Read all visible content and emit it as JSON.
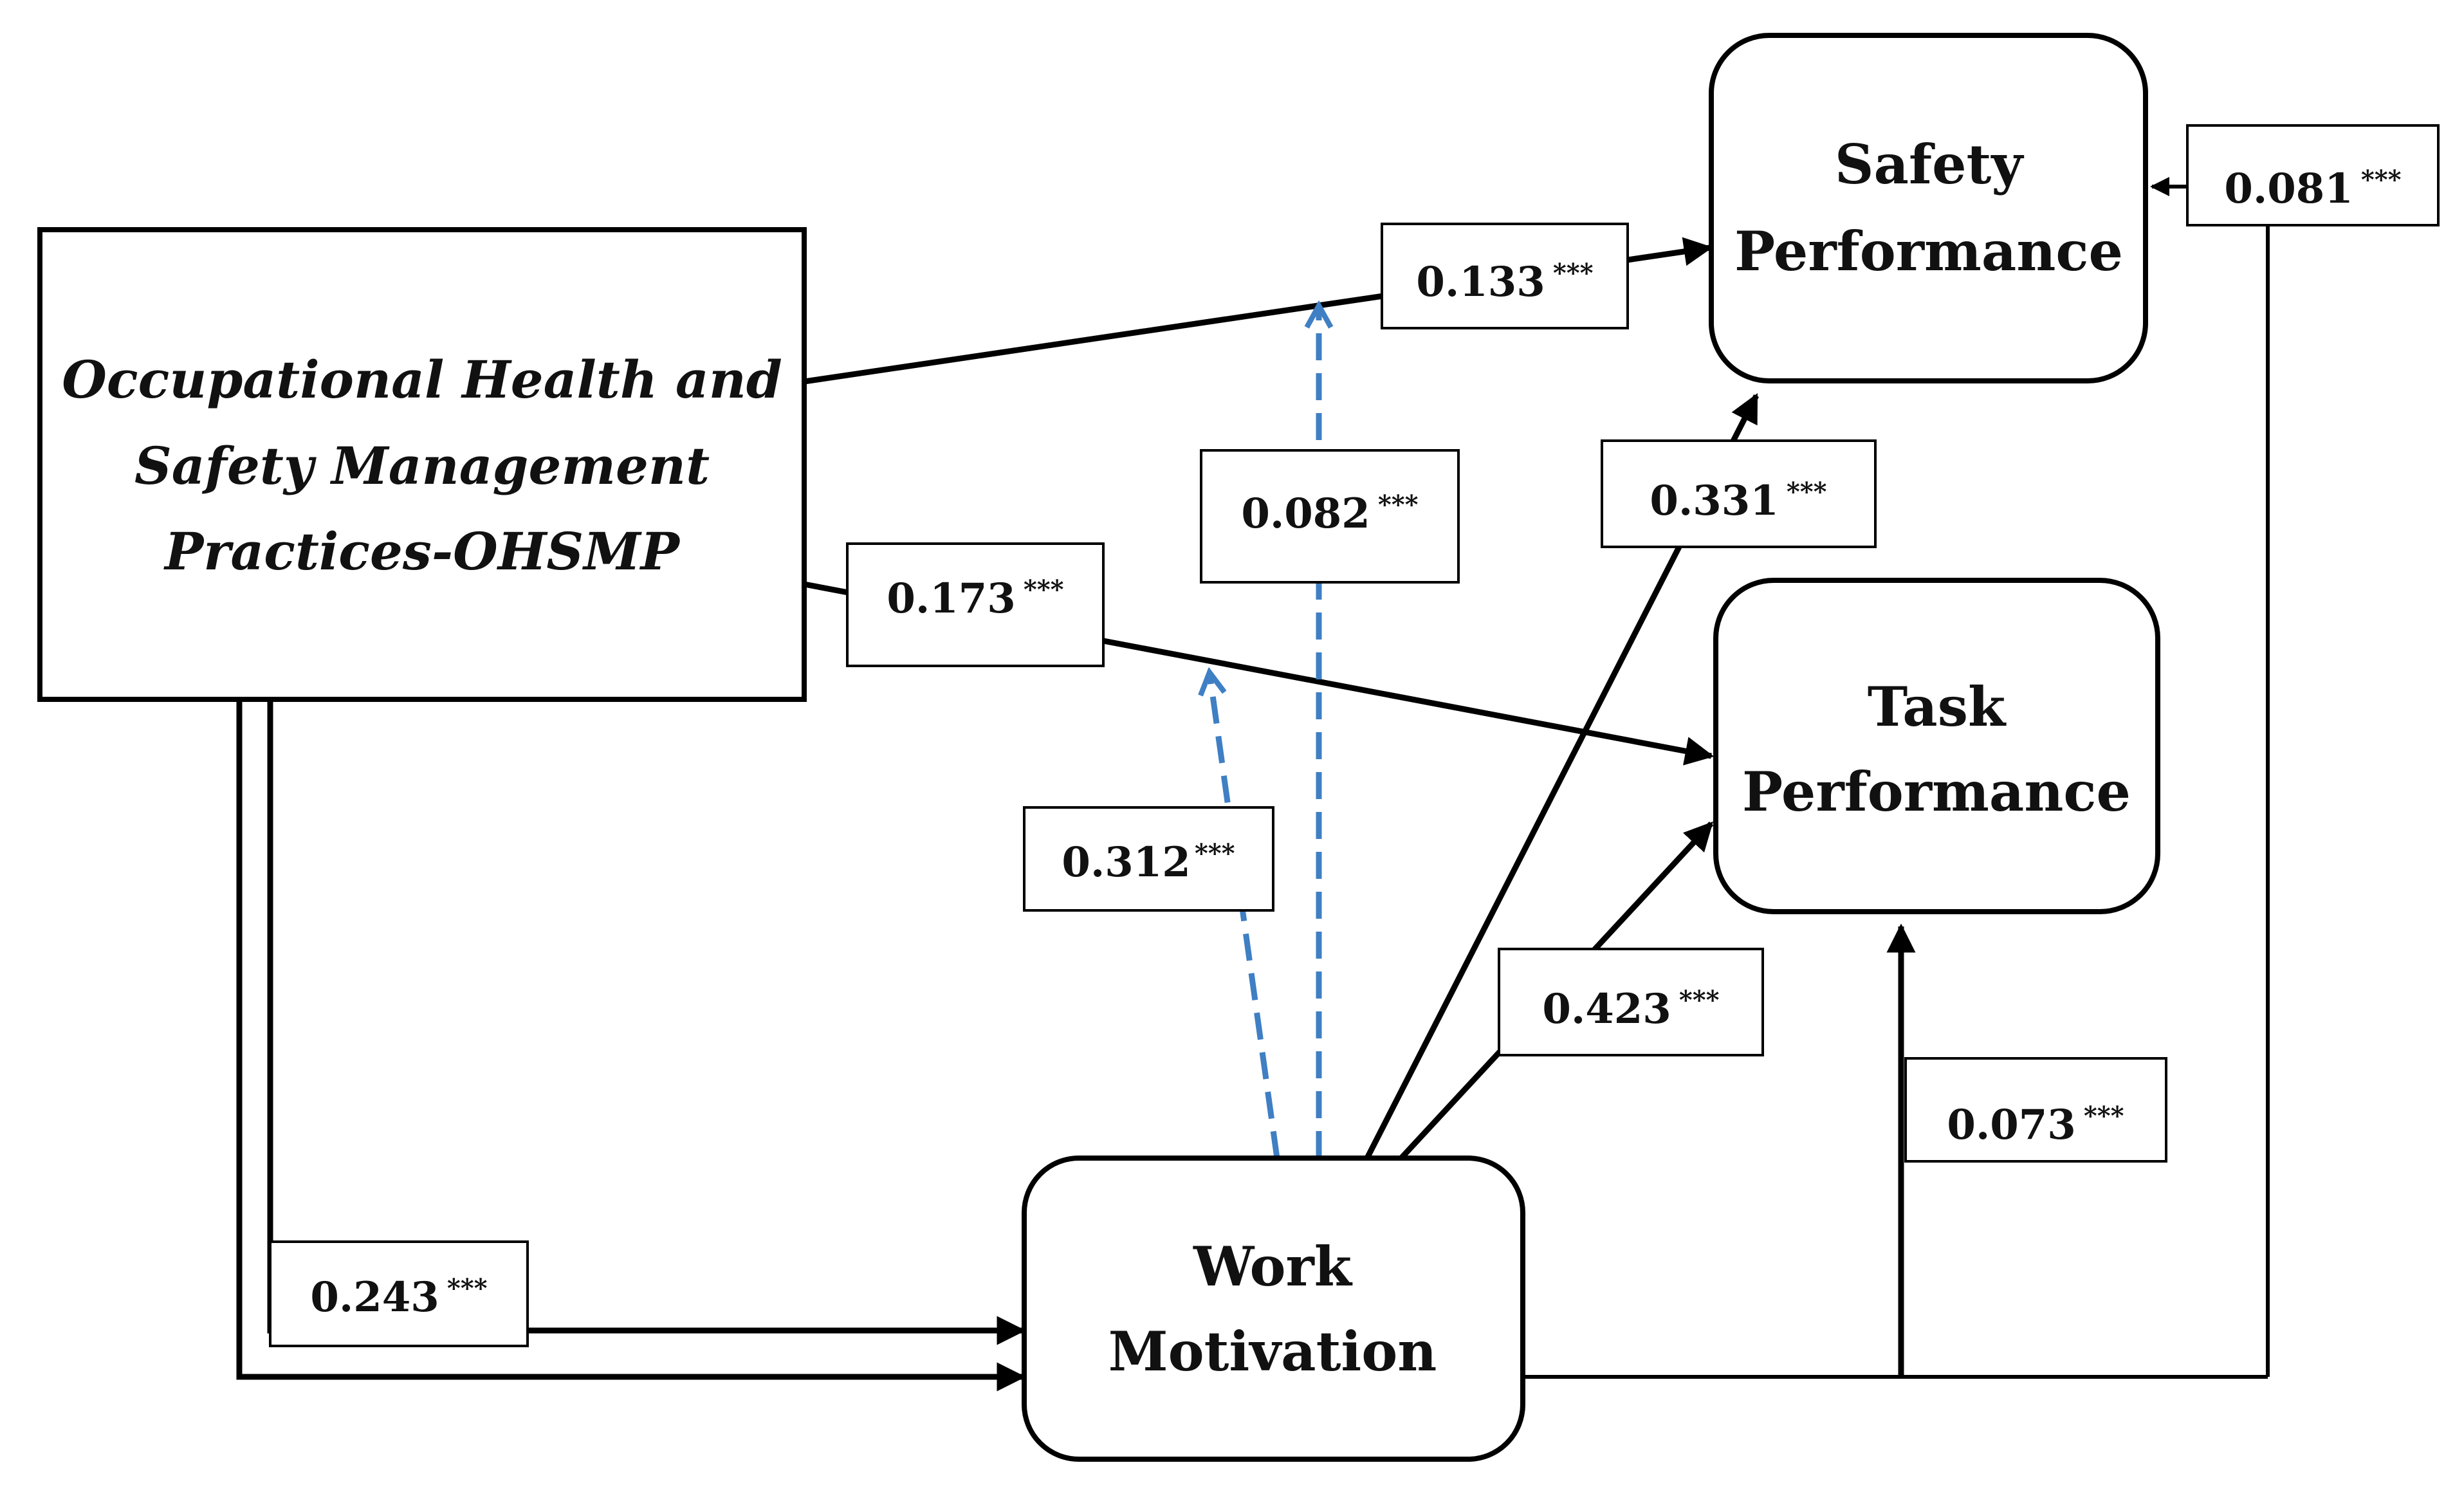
{
  "nodes": {
    "ohsmp": {
      "lines": [
        "Occupational Health and",
        "Safety Management",
        "Practices-OHSMP"
      ]
    },
    "safety_performance": {
      "lines": [
        "Safety",
        "Performance"
      ]
    },
    "task_performance": {
      "lines": [
        "Task",
        "Performance"
      ]
    },
    "work_motivation": {
      "lines": [
        "Work",
        "Motivation"
      ]
    }
  },
  "coefficients": {
    "ohsmp_to_safety": {
      "value": "0.133",
      "sig": "***"
    },
    "ohsmp_to_task": {
      "value": "0.173",
      "sig": "***"
    },
    "ohsmp_to_motivation": {
      "value": "0.243",
      "sig": "***"
    },
    "moderation_safety": {
      "value": "0.082",
      "sig": "***"
    },
    "moderation_task": {
      "value": "0.312",
      "sig": "***"
    },
    "motivation_to_safety": {
      "value": "0.331",
      "sig": "***"
    },
    "motivation_to_task": {
      "value": "0.423",
      "sig": "***"
    },
    "control_to_task": {
      "value": "0.073",
      "sig": "***"
    },
    "control_to_safety": {
      "value": "0.081",
      "sig": "***"
    }
  },
  "colors": {
    "main_path": "#000000",
    "moderation_path": "#3f7fc4"
  }
}
